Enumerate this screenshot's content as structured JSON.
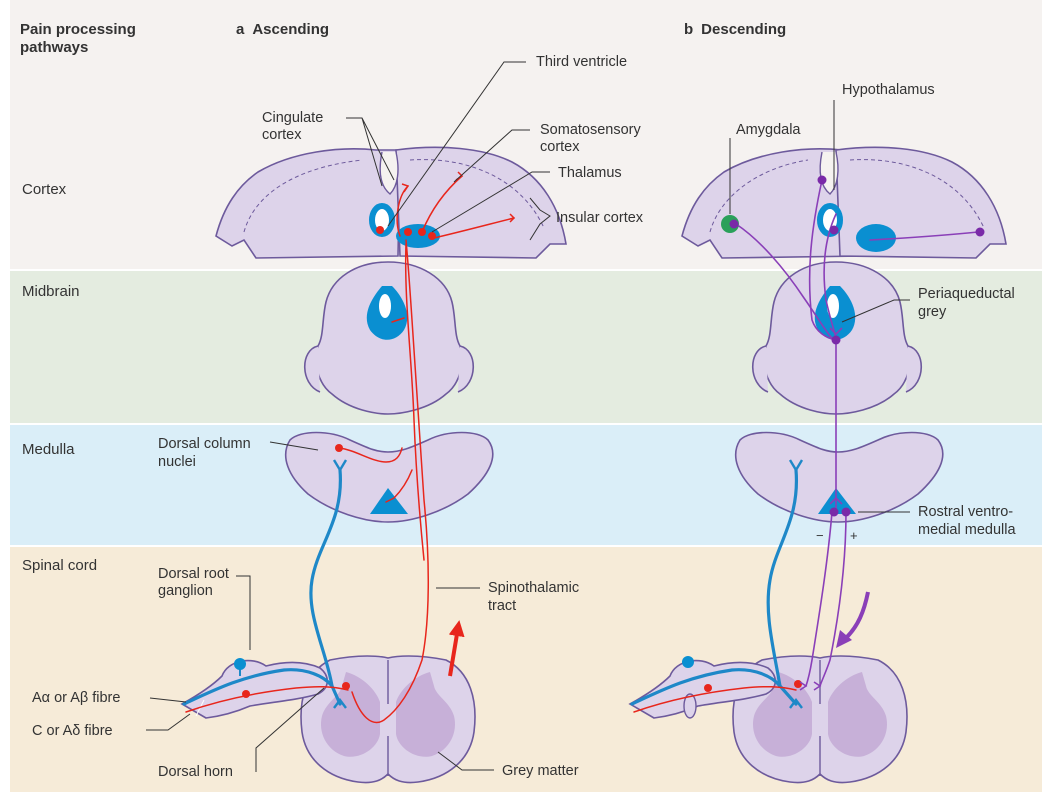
{
  "header": {
    "pathways": [
      "Pain processing",
      "pathways"
    ],
    "ascending_letter": "a",
    "ascending": "Ascending",
    "descending_letter": "b",
    "descending": "Descending"
  },
  "regions": {
    "cortex": "Cortex",
    "midbrain": "Midbrain",
    "medulla": "Medulla",
    "spinal_cord": "Spinal cord"
  },
  "labels": {
    "third_ventricle": "Third ventricle",
    "cingulate_cortex": [
      "Cingulate",
      "cortex"
    ],
    "somatosensory_cortex": [
      "Somatosensory",
      "cortex"
    ],
    "thalamus": "Thalamus",
    "insular_cortex": "Insular cortex",
    "dorsal_column_nuclei": [
      "Dorsal column",
      "nuclei"
    ],
    "dorsal_root_ganglion": [
      "Dorsal root",
      "ganglion"
    ],
    "spinothalamic_tract": [
      "Spinothalamic",
      "tract"
    ],
    "a_fibre": "Aα or Aβ fibre",
    "c_fibre": "C or Aδ fibre",
    "dorsal_horn": "Dorsal horn",
    "grey_matter": "Grey matter",
    "hypothalamus": "Hypothalamus",
    "amygdala": "Amygdala",
    "periaqueductal_grey": [
      "Periaqueductal",
      "grey"
    ],
    "rostral_ventromedial_medulla": [
      "Rostral ventro-",
      "medial medulla"
    ],
    "minus": "−",
    "plus": "+"
  },
  "colors": {
    "cortex_band": "#f5f2f0",
    "midbrain_band": "#e4ece0",
    "medulla_band": "#daeef8",
    "spinal_band": "#f6ebd8",
    "tissue": "#ddd3ea",
    "outline": "#6d5a9c",
    "blue_fibre": "#1e88c8",
    "red_fibre": "#e8261c",
    "purple_fibre": "#8a3fb8",
    "amygdala": "#2aa05a"
  }
}
